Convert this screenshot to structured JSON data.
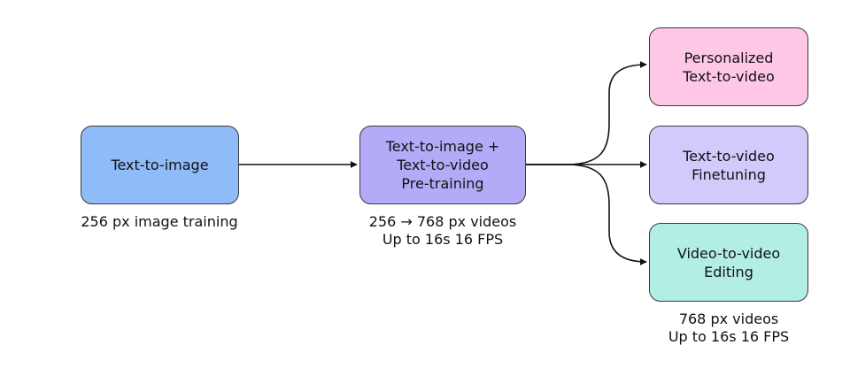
{
  "nodes": {
    "text_to_image": {
      "label": "Text-to-image",
      "color": "#8fbbf8"
    },
    "pretraining": {
      "label": "Text-to-image +\nText-to-video\nPre-training",
      "color": "#b3abf8"
    },
    "personalized": {
      "label": "Personalized\nText-to-video",
      "color": "#fec7e6"
    },
    "finetuning": {
      "label": "Text-to-video\nFinetuning",
      "color": "#d3cafc"
    },
    "editing": {
      "label": "Video-to-video\nEditing",
      "color": "#b2eee3"
    }
  },
  "captions": {
    "text_to_image": "256 px image training",
    "pretraining": "256 → 768 px videos\nUp to 16s 16 FPS",
    "editing": "768 px videos\nUp to 16s 16 FPS"
  },
  "colors": {
    "stroke": "#111111",
    "border": "#3a3a3a"
  }
}
